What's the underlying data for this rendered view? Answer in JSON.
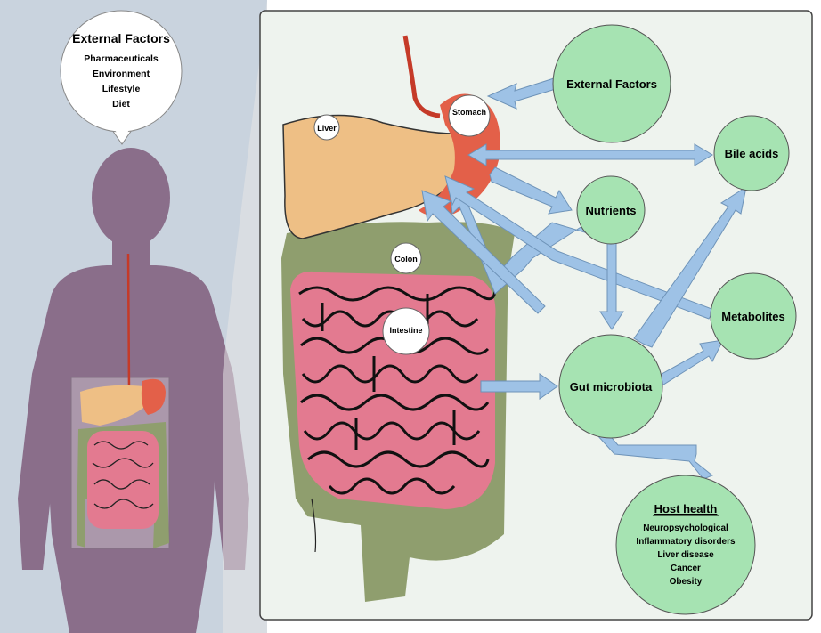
{
  "left_panel": {
    "bubble": {
      "title": "External Factors",
      "items": [
        "Pharmaceuticals",
        "Environment",
        "Lifestyle",
        "Diet"
      ]
    }
  },
  "organs": {
    "liver": "Liver",
    "stomach": "Stomach",
    "colon": "Colon",
    "intestine": "Intestine"
  },
  "nodes": {
    "external_factors": "External Factors",
    "bile_acids": "Bile acids",
    "nutrients": "Nutrients",
    "metabolites": "Metabolites",
    "gut_microbiota": "Gut microbiota",
    "host_health": {
      "title": "Host health",
      "items": [
        "Neuropsychological",
        "Inflammatory disorders",
        "Liver disease",
        "Cancer",
        "Obesity"
      ]
    }
  },
  "colors": {
    "panel_bg": "#eef3ee",
    "left_bg": "#c9d3de",
    "silhouette": "#8a6e8a",
    "liver": "#eebf85",
    "stomach": "#e36049",
    "colon": "#8f9e6e",
    "intestine": "#e37a90",
    "node": "#a6e3b2",
    "arrow": "#9ec2e6"
  }
}
